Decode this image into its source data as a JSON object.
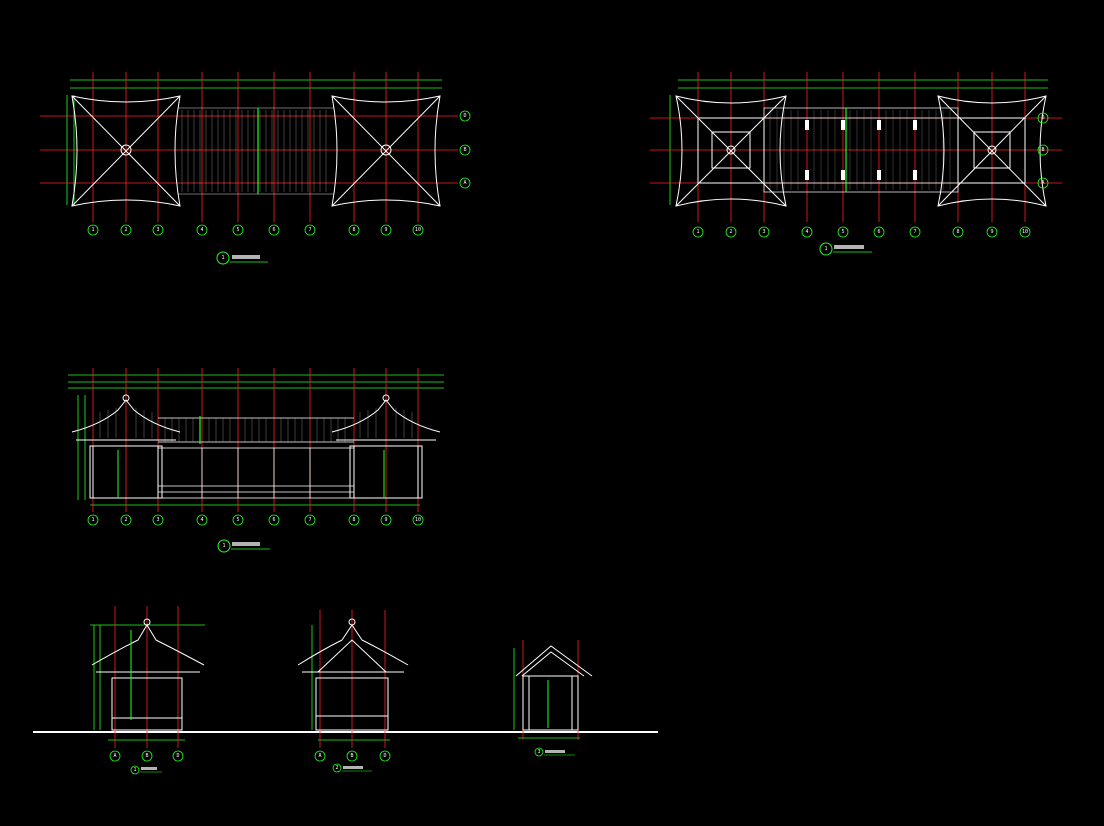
{
  "colors": {
    "background": "#000000",
    "structure": "#ffffff",
    "axis_lines": "#ff2020",
    "dimension_lines": "#20ff20",
    "beam_lines": "#ff2020"
  },
  "drawings": {
    "roof_plan": {
      "axis_numbers": [
        "1",
        "2",
        "3",
        "4",
        "5",
        "6",
        "7",
        "8",
        "9",
        "10"
      ],
      "axis_letters": [
        "D",
        "B",
        "A"
      ],
      "title_marker": "1"
    },
    "framing_plan": {
      "axis_numbers": [
        "1",
        "2",
        "3",
        "4",
        "5",
        "6",
        "7",
        "8",
        "9",
        "10"
      ],
      "axis_letters": [
        "D",
        "B",
        "A"
      ],
      "title_marker": "1"
    },
    "front_elevation": {
      "axis_numbers": [
        "1",
        "2",
        "3",
        "4",
        "5",
        "6",
        "7",
        "8",
        "9",
        "10"
      ],
      "title_marker": "1"
    },
    "side_elevation": {
      "axis_letters": [
        "A",
        "B",
        "D"
      ],
      "title_marker": "1"
    },
    "section": {
      "axis_letters": [
        "A",
        "B",
        "D"
      ],
      "title_marker": "2"
    },
    "detail": {
      "title_marker": "3"
    }
  }
}
